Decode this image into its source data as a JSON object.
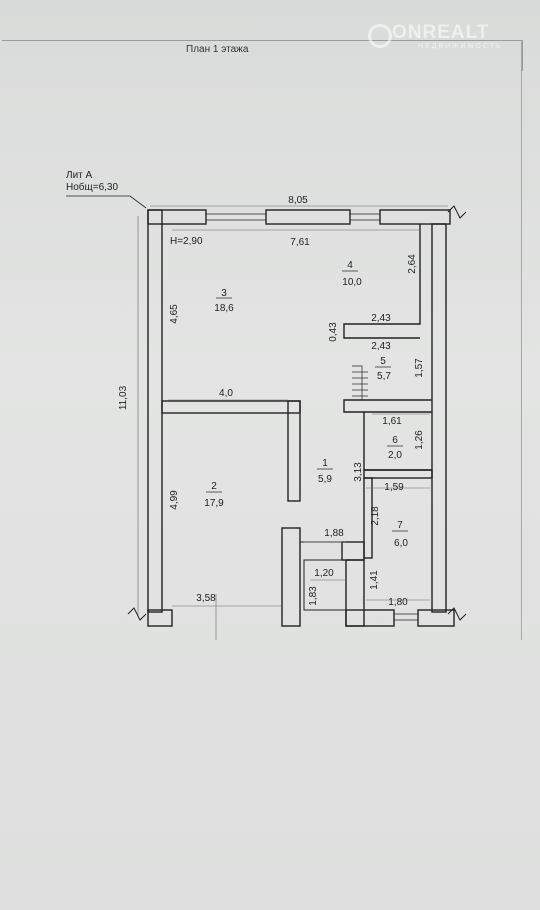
{
  "plan": {
    "title": "План 1 этажа",
    "lit_label": "Лит А",
    "area_label": "Нобщ=6,30",
    "watermark": "ONREALT",
    "watermark_sub": "НЕДВИЖИМОСТЬ",
    "ceiling_height": "H=2,90"
  },
  "rooms": [
    {
      "num": "1",
      "area": "5,9"
    },
    {
      "num": "2",
      "area": "17,9"
    },
    {
      "num": "3",
      "area": "18,6"
    },
    {
      "num": "4",
      "area": "10,0"
    },
    {
      "num": "5",
      "area": "5,7"
    },
    {
      "num": "6",
      "area": "2,0"
    },
    {
      "num": "7",
      "area": "6,0"
    }
  ],
  "dimensions": {
    "top_outer": "8,05",
    "top_inner": "7,61",
    "left_total": "11,03",
    "room3_height": "4,65",
    "room2_height": "4,99",
    "room2_width": "4,0",
    "bottom_left": "3,58",
    "corridor": "1,88",
    "entrance": "1,20",
    "entrance_depth": "1,83",
    "right_top": "2,64",
    "niche": "0,43",
    "wall_a": "2,43",
    "wall_b": "2,43",
    "stair_height": "1,57",
    "room6_width": "1,61",
    "room6_height": "1,26",
    "room1_height": "3,13",
    "room7_width": "1,59",
    "room7_height": "2,18",
    "room7_side": "1,41",
    "room7_bottom": "1,80"
  }
}
